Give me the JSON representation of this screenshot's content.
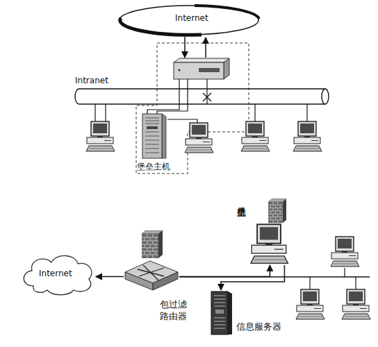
{
  "diagram": {
    "nodes": [
      {
        "text": [
          "Internet"
        ]
      },
      {
        "text": [
          "Intranet"
        ]
      },
      {
        "text": [
          "堡垒主机"
        ]
      },
      {
        "text": [
          "Internet"
        ]
      },
      {
        "text": [
          "包过滤路由器"
        ]
      },
      {
        "text": [
          "堡垒主机"
        ]
      },
      {
        "text": [
          "信息服务器"
        ]
      }
    ],
    "edges": [
      {
        "from": 4,
        "to": 3,
        "arrow": "to"
      },
      {
        "from": 4,
        "to": 5,
        "arrow": "to"
      },
      {
        "from": 5,
        "to": 6,
        "arrow": "to"
      }
    ]
  }
}
